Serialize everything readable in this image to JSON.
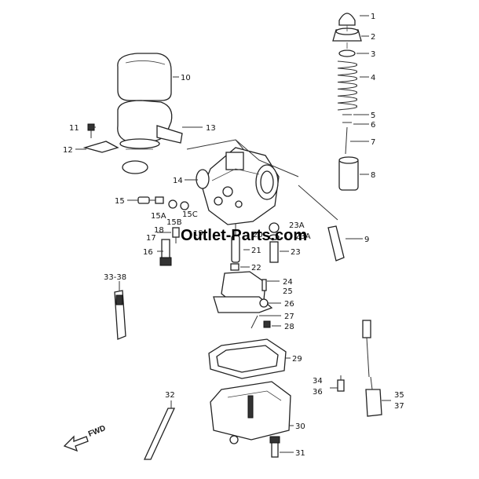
{
  "watermark": "Outlet-Parts.com",
  "direction_label": "FWD",
  "callouts": [
    "1",
    "2",
    "3",
    "4",
    "5",
    "6",
    "7",
    "8",
    "9",
    "10",
    "11",
    "12",
    "13",
    "14",
    "15",
    "15A",
    "15B",
    "15C",
    "16",
    "17",
    "18",
    "19",
    "20",
    "21",
    "22",
    "23",
    "23A",
    "23A",
    "24",
    "25",
    "26",
    "27",
    "28",
    "29",
    "30",
    "31",
    "32",
    "33-38",
    "34",
    "36",
    "35",
    "37"
  ]
}
